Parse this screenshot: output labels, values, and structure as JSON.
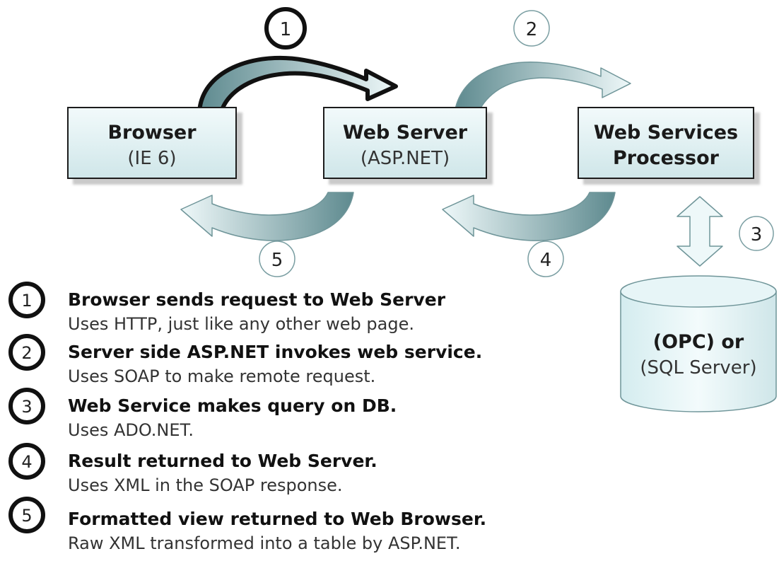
{
  "nodes": {
    "browser": {
      "title": "Browser",
      "subtitle": "(IE 6)"
    },
    "web_server": {
      "title": "Web Server",
      "subtitle": "(ASP.NET)"
    },
    "ws_processor": {
      "title_line1": "Web Services",
      "title_line2": "Processor"
    },
    "database": {
      "title": "(OPC) or",
      "subtitle": "(SQL Server)"
    }
  },
  "flow_markers": {
    "m1": "1",
    "m2": "2",
    "m3": "3",
    "m4": "4",
    "m5": "5"
  },
  "steps": [
    {
      "number": "1",
      "title": "Browser sends request to Web Server",
      "description": "Uses HTTP, just like any other web page."
    },
    {
      "number": "2",
      "title": "Server side ASP.NET invokes web service.",
      "description": "Uses SOAP to make remote request."
    },
    {
      "number": "3",
      "title": "Web Service makes query on DB.",
      "description": "Uses ADO.NET."
    },
    {
      "number": "4",
      "title": "Result returned to Web Server.",
      "description": "Uses XML in the SOAP response."
    },
    {
      "number": "5",
      "title": "Formatted view returned to Web Browser.",
      "description": "Raw XML transformed into a table by ASP.NET."
    }
  ],
  "colors": {
    "box_fill": "#dff0f2",
    "box_border": "#1a1a1a",
    "arrow_dark": "#5e8a8f",
    "arrow_light": "#e6f4f6",
    "active_arrow": "#1a1a1a"
  }
}
